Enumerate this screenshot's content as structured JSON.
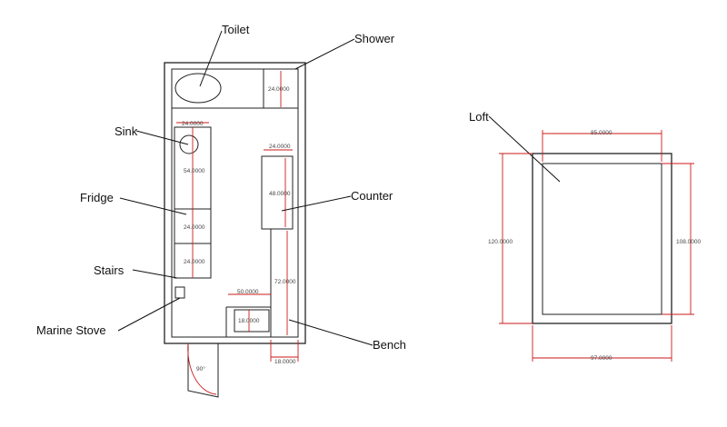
{
  "labels": {
    "toilet": "Toilet",
    "shower": "Shower",
    "sink": "Sink",
    "fridge": "Fridge",
    "counter": "Counter",
    "stairs": "Stairs",
    "marine_stove": "Marine Stove",
    "bench": "Bench",
    "loft": "Loft"
  },
  "dimensions": {
    "shower_width": "24.0000",
    "sink_width": "24.0000",
    "fridge_height": "54.0000",
    "stairs_upper": "24.0000",
    "stairs_lower": "24.0000",
    "counter_width": "24.0000",
    "counter_height": "48.0000",
    "bench_length": "72.0000",
    "bench_width": "50.0000",
    "bench_depth": "18.0000",
    "bench_bottom": "18.0000",
    "door_swing": "90°",
    "loft_top": "85.0000",
    "loft_left": "120.0000",
    "loft_right": "108.0000",
    "loft_bottom": "97.0000"
  },
  "colors": {
    "linework": "#222222",
    "dimension": "#cc1a1a"
  }
}
